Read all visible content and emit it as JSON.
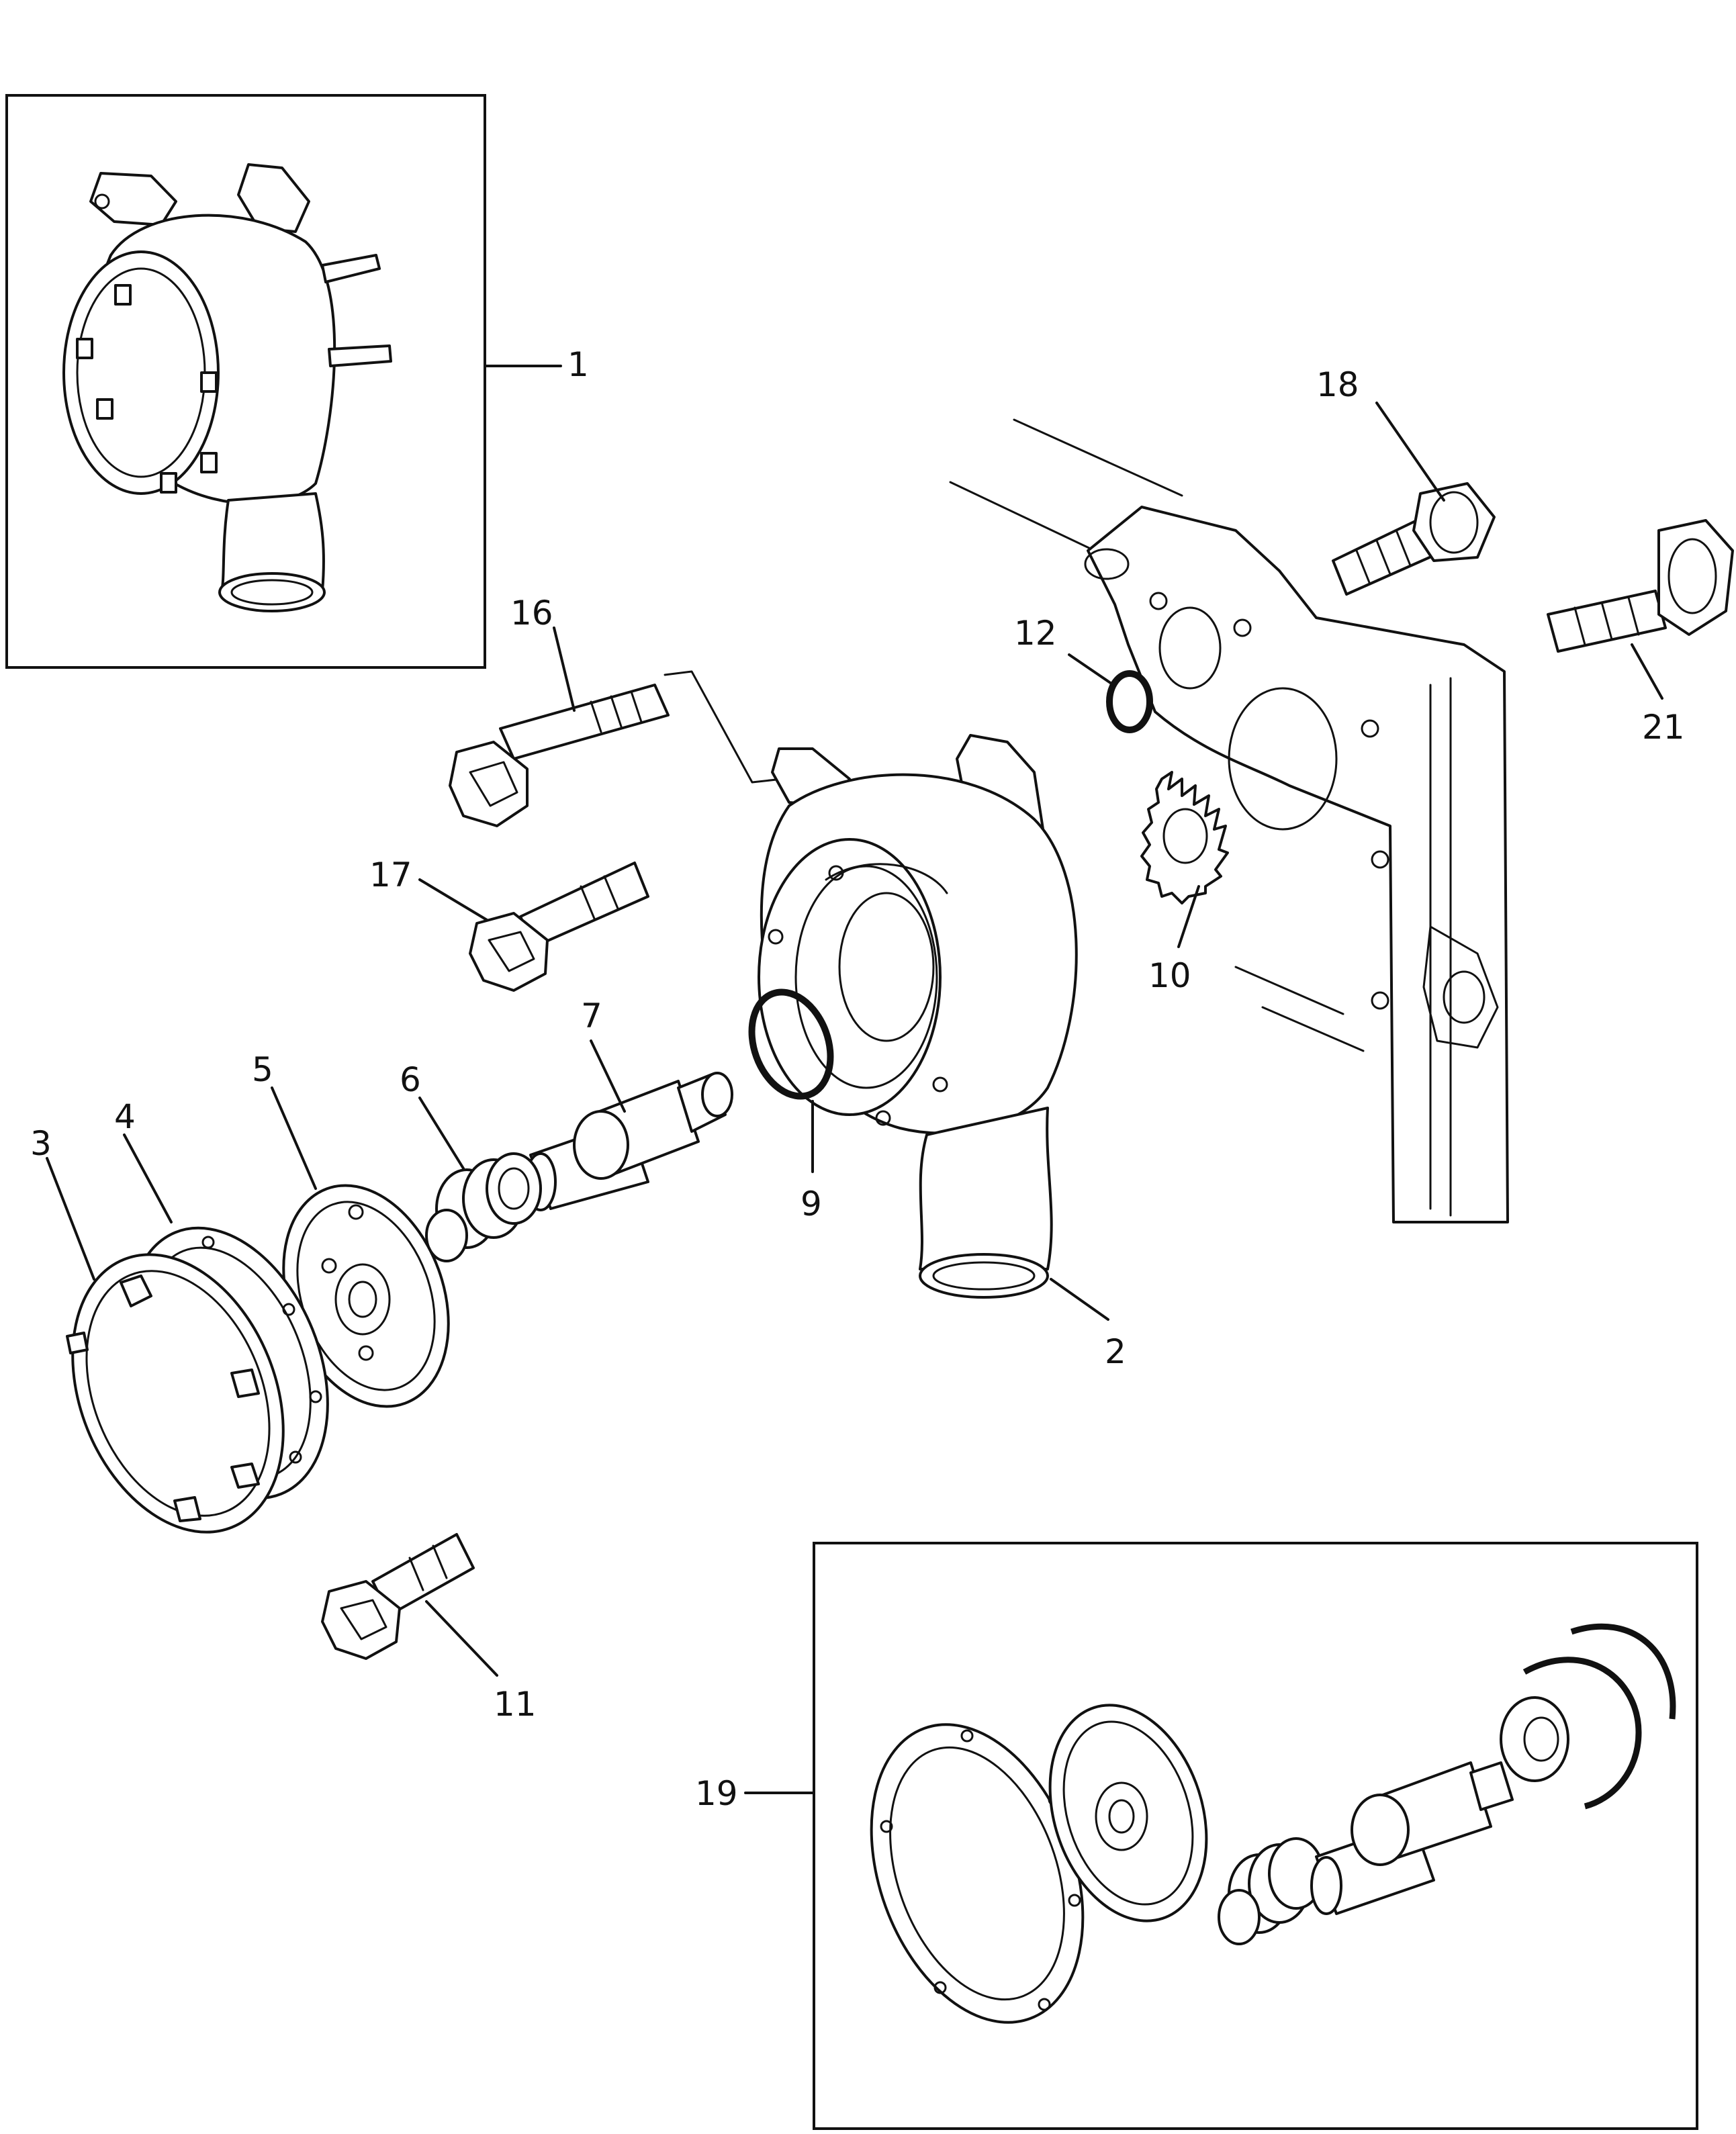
{
  "diagram": {
    "callouts": {
      "c1": "1",
      "c2": "2",
      "c3": "3",
      "c4": "4",
      "c5": "5",
      "c6": "6",
      "c7": "7",
      "c9": "9",
      "c10": "10",
      "c11": "11",
      "c12": "12",
      "c16": "16",
      "c17": "17",
      "c18": "18",
      "c19": "19",
      "c21": "21"
    }
  }
}
